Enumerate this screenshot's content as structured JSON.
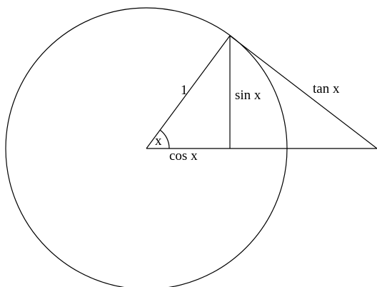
{
  "diagram": {
    "labels": {
      "radius": "1",
      "angle": "x",
      "cosine": "cos x",
      "sine": "sin x",
      "tangent": "tan x"
    }
  }
}
